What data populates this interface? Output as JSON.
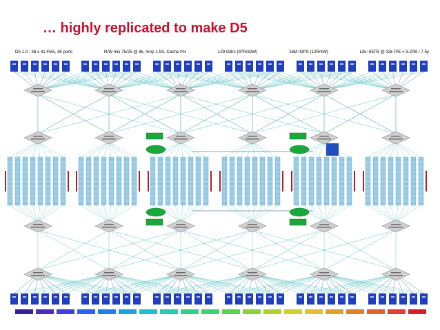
{
  "slide": {
    "title": "… highly replicated to make D5",
    "subtitle_parts": [
      "D5 1.0 : 36 x 41 FMs, 36 ports",
      "R/W mix 75/25 @ 8k, Amp 1.5S, Cache 0%",
      "129 GB/s (97R/32W)",
      "16M IOPS (12R/4W)",
      "Life: 85TB @ 33k P/E = 3.2PB / 7.5y"
    ]
  },
  "diagram": {
    "colors": {
      "port": "#1f3fbf",
      "link": "#2ab0b0",
      "link_dark": "#1f6f8f",
      "node_fill": "#cfcfcf",
      "node_stroke": "#8a8a8a",
      "green_box": "#1aa83a",
      "flash_blue": "#9fd0ea",
      "flash_red": "#b02020"
    },
    "port_groups": 6,
    "ports_per_group": 6,
    "flash_groups": 6,
    "flash_columns_per_group": 8,
    "legend_colors": [
      "#3a1f9f",
      "#4a2fbf",
      "#3f3fdf",
      "#2f5fef",
      "#1f7fef",
      "#1fa0e0",
      "#1fbfcf",
      "#1fcfaf",
      "#2fcf8f",
      "#3fd06f",
      "#5fd04f",
      "#8fd03f",
      "#b0d02f",
      "#d0d02f",
      "#e0c02f",
      "#e0a02f",
      "#e0802f",
      "#e0602f",
      "#e0402f",
      "#d0202f"
    ]
  }
}
